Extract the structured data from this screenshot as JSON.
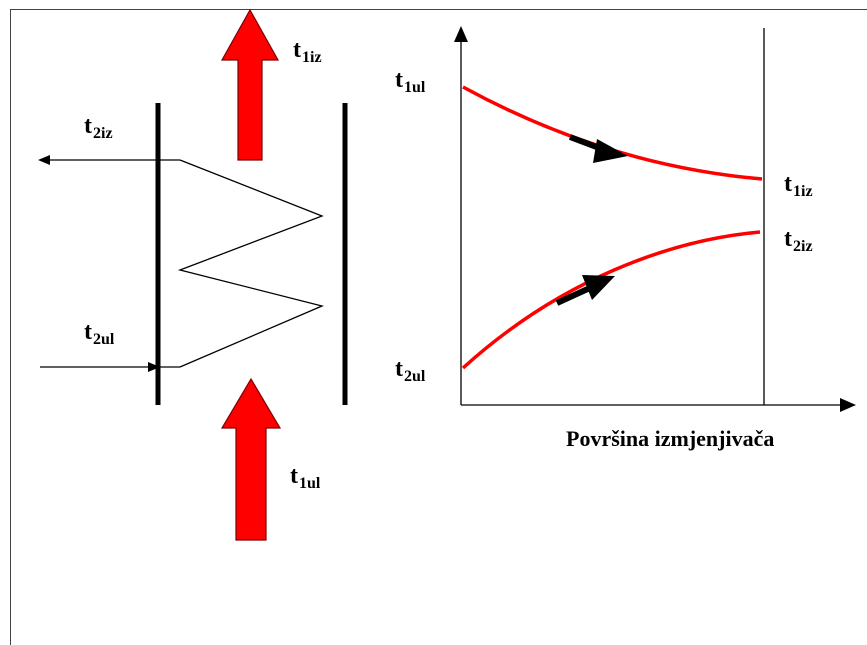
{
  "colors": {
    "hot_stream": "#ff0000",
    "flow_arrow": "#000000",
    "lines": "#000000"
  },
  "labels": {
    "t1iz_main": "t",
    "t1iz_sub": "1iz",
    "t1ul_main": "t",
    "t1ul_sub": "1ul",
    "t2iz_main": "t",
    "t2iz_sub": "2iz",
    "t2ul_main": "t",
    "t2ul_sub": "2ul"
  },
  "graph": {
    "x_axis_title": "Površina izmjenjivača",
    "t1ul_main": "t",
    "t1ul_sub": "1ul",
    "t1iz_main": "t",
    "t1iz_sub": "1iz",
    "t2iz_main": "t",
    "t2iz_sub": "2iz",
    "t2ul_main": "t",
    "t2ul_sub": "2ul"
  }
}
